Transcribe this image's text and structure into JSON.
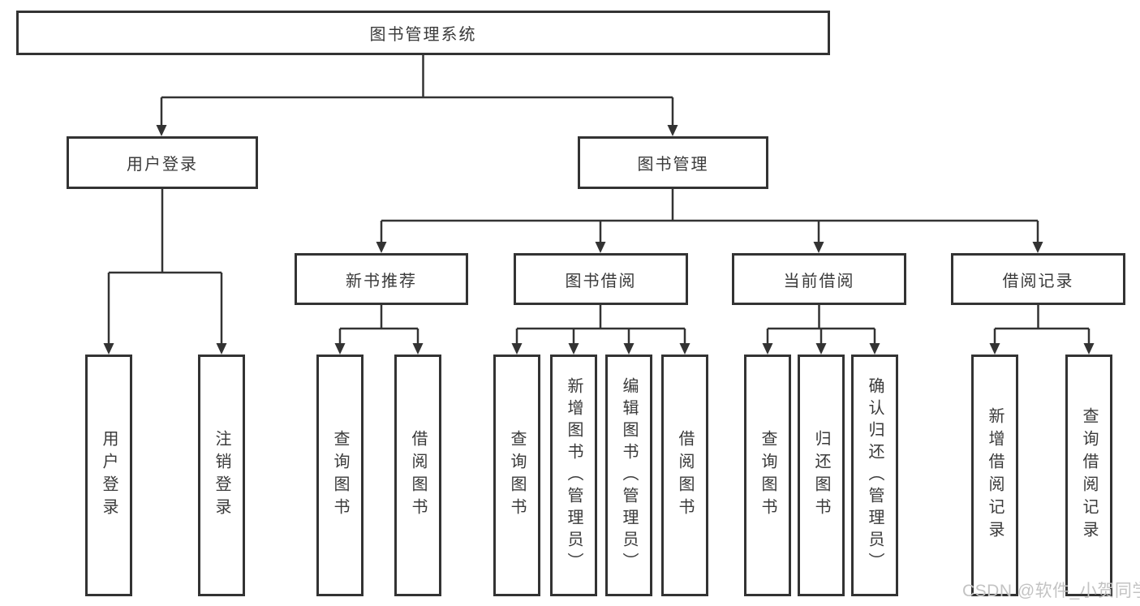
{
  "diagram": {
    "root": {
      "label": "图书管理系统"
    },
    "level2": [
      {
        "key": "user-login",
        "label": "用户登录"
      },
      {
        "key": "book-management",
        "label": "图书管理"
      }
    ],
    "level3": [
      {
        "key": "new-book-recommend",
        "label": "新书推荐"
      },
      {
        "key": "book-borrowing",
        "label": "图书借阅"
      },
      {
        "key": "current-borrowing",
        "label": "当前借阅"
      },
      {
        "key": "borrowing-records",
        "label": "借阅记录"
      }
    ],
    "leaves": [
      {
        "key": "user-login-leaf",
        "label": "用户登录"
      },
      {
        "key": "logout",
        "label": "注销登录"
      },
      {
        "key": "query-books-recommend",
        "label": "查询图书"
      },
      {
        "key": "borrow-books-recommend",
        "label": "借阅图书"
      },
      {
        "key": "query-books-borrowing",
        "label": "查询图书"
      },
      {
        "key": "add-books-admin",
        "label": "新增图书（管理员）"
      },
      {
        "key": "edit-books-admin",
        "label": "编辑图书（管理员）"
      },
      {
        "key": "borrow-books-borrowing",
        "label": "借阅图书"
      },
      {
        "key": "query-books-current",
        "label": "查询图书"
      },
      {
        "key": "return-books",
        "label": "归还图书"
      },
      {
        "key": "confirm-return-admin",
        "label": "确认归还（管理员）"
      },
      {
        "key": "add-borrow-record",
        "label": "新增借阅记录"
      },
      {
        "key": "query-borrow-record",
        "label": "查询借阅记录"
      }
    ]
  },
  "watermark": {
    "text": "CSDN @软件_小贺同学"
  },
  "colors": {
    "line": "#333333",
    "box_border": "#333333",
    "box_background": "#ffffff",
    "text": "#3a3a3a",
    "watermark": "#c3c3c3"
  }
}
